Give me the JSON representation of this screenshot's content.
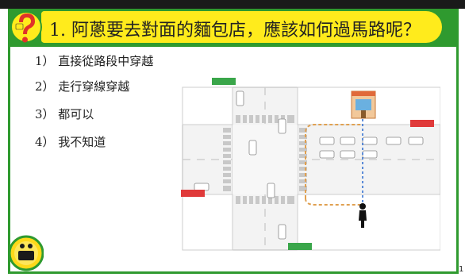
{
  "question": {
    "title": "1. 阿蔥要去對面的麵包店，應該如何過馬路呢？"
  },
  "options": [
    {
      "label": "1） 直接從路段中穿越"
    },
    {
      "label": "2） 走行穿線穿越"
    },
    {
      "label": "3） 都可以"
    },
    {
      "label": "4） 我不知道"
    }
  ],
  "page": {
    "number": "1"
  },
  "colors": {
    "frame_green": "#2f9a2f",
    "title_yellow": "#ffeb1c",
    "qmark_red": "#e0322a",
    "sign_red": "#e03a3a",
    "sign_green": "#3aa64a",
    "path_orange": "#e0a050",
    "path_blue": "#2a6ad0"
  },
  "icons": {
    "question": "question-mark-icon",
    "logo": "traffic-safety-logo",
    "pedestrian": "pedestrian-icon",
    "shop": "bakery-shop-icon"
  }
}
